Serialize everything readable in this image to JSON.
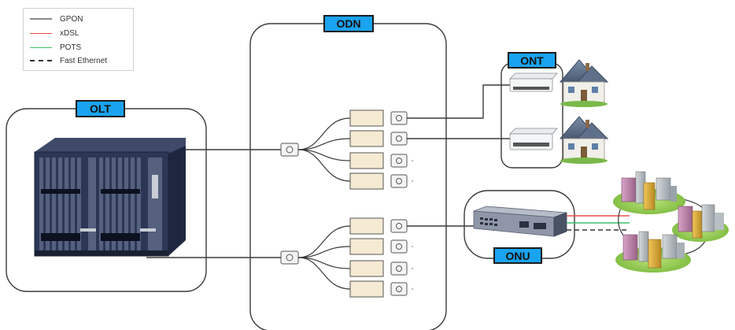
{
  "legend": [
    {
      "label": "GPON",
      "color": "#8a8a8a",
      "style": "solid"
    },
    {
      "label": "xDSL",
      "color": "#e8504c",
      "style": "solid"
    },
    {
      "label": "POTS",
      "color": "#3fbf6a",
      "style": "solid"
    },
    {
      "label": "Fast Ethernet",
      "color": "#333333",
      "style": "dashed"
    }
  ],
  "sections": {
    "olt": "OLT",
    "odn": "ODN",
    "ont": "ONT",
    "onu": "ONU"
  },
  "colors": {
    "tag_fill": "#1aa3f0",
    "box_stroke": "#3a3a3a",
    "splitter_fill": "#f5ead2",
    "olt_chassis": "#2c3756",
    "gpon_line": "#3a3a3a",
    "xdsl": "#e8504c",
    "pots": "#3fbf6a"
  },
  "icons": {
    "olt_device": "olt-chassis-icon",
    "ont_device": "ont-modem-icon",
    "onu_device": "onu-switch-icon",
    "home": "house-icon",
    "building": "building-cluster-icon",
    "connector": "fiber-connector-icon",
    "splitter": "splitter-box-icon"
  }
}
